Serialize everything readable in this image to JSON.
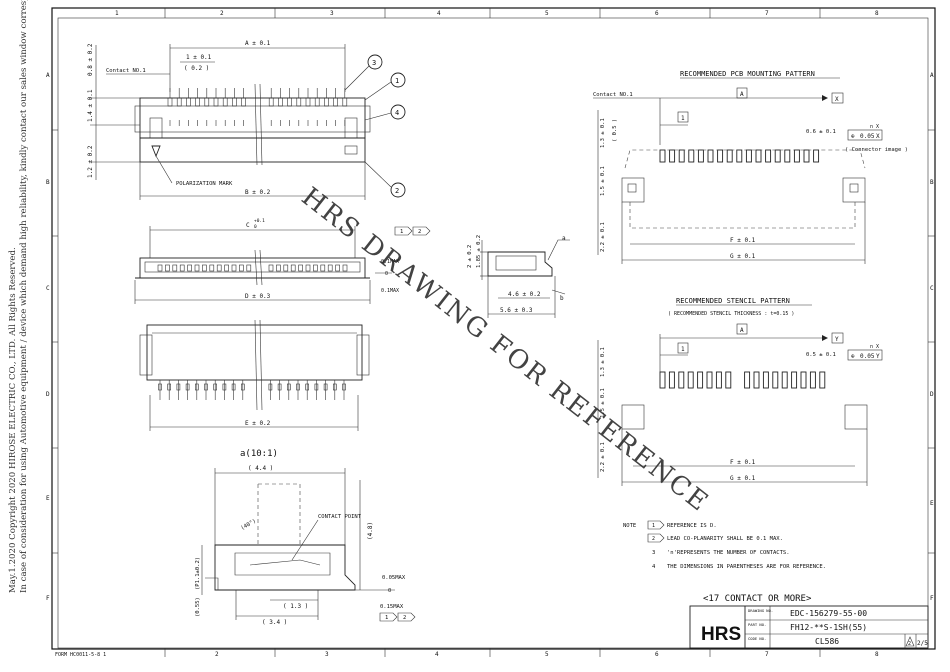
{
  "side_notes": {
    "line1": "May.1.2020 Copyright 2020 HIROSE ELECTRIC CO., LTD. All Rights Reserved.",
    "line2": "In case of consideration for using Automotive equipment / device which demand high reliability, kindly contact our sales window correspondents."
  },
  "grid": {
    "cols": [
      "1",
      "2",
      "3",
      "4",
      "5",
      "6",
      "7",
      "8"
    ],
    "rows": [
      "A",
      "B",
      "C",
      "D",
      "E",
      "F"
    ]
  },
  "watermark": "HRS DRAWING FOR REFERENCE",
  "form_no": "FORM HC0011-5-8 1",
  "top_view": {
    "dim_a": "A ± 0.1",
    "dim_pitch": "1 ± 0.1",
    "dim_pitch_ref": "( 0.2 )",
    "dim_left_top": "0.8 ± 0.2",
    "dim_left_mid": "1.4 ± 0.1",
    "dim_left_bot": "1.2 ± 0.2",
    "contact_no1": "Contact NO.1",
    "polarization_mark": "POLARIZATION MARK",
    "dim_b": "B ± 0.2",
    "callouts": [
      "3",
      "1",
      "4",
      "2"
    ]
  },
  "front_view": {
    "dim_c": "C",
    "dim_c_tol": "+0.1",
    "dim_c_tol2": "0",
    "max1": "0.1MAX",
    "max2": "0.1MAX",
    "zero": "0",
    "dim_d": "D ± 0.3",
    "flag1": "1",
    "flag2": "2"
  },
  "side_view": {
    "dim_h1": "2 ± 0.2",
    "dim_h2": "1.85 ± 0.2",
    "dim_w1": "4.6 ± 0.2",
    "dim_w2": "5.6 ± 0.3",
    "label_a": "a",
    "label_b": "b"
  },
  "bottom_view": {
    "dim_e": "E ± 0.2"
  },
  "detail": {
    "title": "a(10:1)",
    "dim_top": "( 4.4 )",
    "angle": "(40°)",
    "contact_point": "CONTACT POINT",
    "dim_right": "(4.8)",
    "dim_left": "(P1.1±0.2)",
    "dim_left2": "(0.55)",
    "dim_b1": "( 1.3 )",
    "dim_b2": "( 3.4 )",
    "max1": "0.05MAX",
    "zero": "0",
    "max2": "0.15MAX",
    "flag1": "1",
    "flag2": "2"
  },
  "pcb_pattern": {
    "title": "RECOMMENDED PCB MOUNTING PATTERN",
    "contact_no1": "Contact NO.1",
    "dim_a": "A",
    "datum_x": "X",
    "flag": "1",
    "dim_pad_w": "0.6 ± 0.1",
    "tol": "0.05",
    "tol_datum": "X",
    "n_label": "n X",
    "connector_image": "( Connector image )",
    "dim_v1": "1.3 ± 0.1",
    "dim_v2": "( 0.5 )",
    "dim_v3": "1.5 ± 0.1",
    "dim_v4": "2.2 ± 0.1",
    "dim_f": "F ± 0.1",
    "dim_g": "G ± 0.1"
  },
  "stencil_pattern": {
    "title": "RECOMMENDED STENCIL PATTERN",
    "subtitle": "( RECOMMENDED STENCIL THICKNESS : t=0.15 )",
    "dim_a": "A",
    "datum_y": "Y",
    "flag": "1",
    "dim_pad_w": "0.5 ± 0.1",
    "tol": "0.05",
    "tol_datum": "Y",
    "n_label": "n X",
    "dim_v1": "1.3 ± 0.1",
    "dim_v3": "1.5 ± 0.1",
    "dim_v4": "2.2 ± 0.1",
    "dim_f": "F ± 0.1",
    "dim_g": "G ± 0.1"
  },
  "notes": {
    "label": "NOTE",
    "items": [
      {
        "marker": "1",
        "text": "REFERENCE IS D."
      },
      {
        "marker": "2",
        "text": "LEAD CO-PLANARITY SHALL BE 0.1 MAX."
      },
      {
        "marker": "3",
        "text": "'n'REPRESENTS THE NUMBER OF CONTACTS."
      },
      {
        "marker": "4",
        "text": "THE DIMENSIONS IN PARENTHESES ARE FOR REFERENCE."
      }
    ]
  },
  "title_block": {
    "header": "<17 CONTACT OR MORE>",
    "logo": "HRS",
    "drawing_no_label": "DRAWING NO.",
    "drawing_no": "EDC-156279-55-00",
    "part_no_label": "PART NO.",
    "part_no": "FH12-**S-1SH(55)",
    "code_no_label": "CODE NO.",
    "code_no": "CL586",
    "rev": "2",
    "sheet": "2/5"
  }
}
